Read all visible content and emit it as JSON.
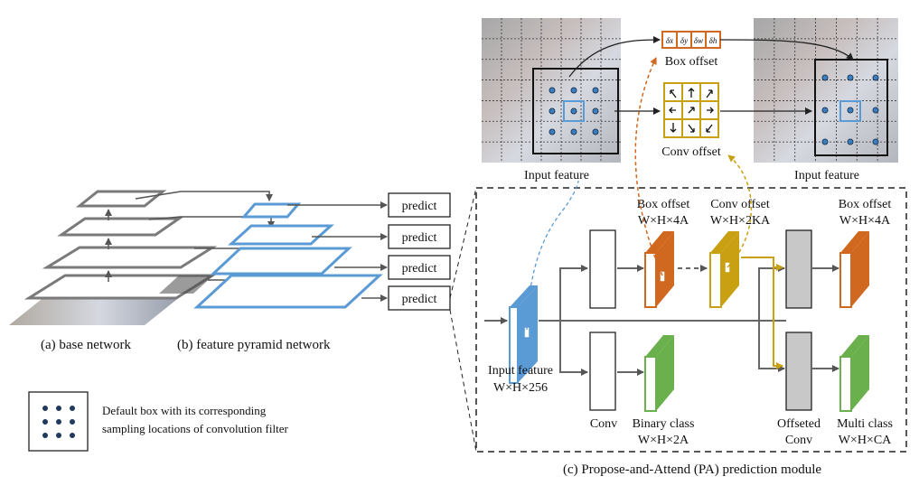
{
  "captions": {
    "base_network": "(a) base network",
    "fpn": "(b) feature pyramid network",
    "pa_module": "(c) Propose-and-Attend (PA) prediction module"
  },
  "predict_boxes": [
    "predict",
    "predict",
    "predict",
    "predict"
  ],
  "legend": {
    "line1": "Default box with its corresponding",
    "line2": "sampling locations of convolution filter"
  },
  "top": {
    "input_feature_left": "Input feature",
    "input_feature_right": "Input feature",
    "box_offset": "Box offset",
    "conv_offset": "Conv offset",
    "delta_labels": [
      "δx",
      "δy",
      "δw",
      "δh"
    ]
  },
  "module": {
    "input_feature": "Input feature",
    "input_dim": "W×H×256",
    "box_offset_1": "Box offset",
    "box_offset_1_dim": "W×H×4A",
    "conv_offset": "Conv offset",
    "conv_offset_dim": "W×H×2KA",
    "box_offset_2": "Box offset",
    "box_offset_2_dim": "W×H×4A",
    "conv": "Conv",
    "binary_class": "Binary class",
    "binary_class_dim": "W×H×2A",
    "offseted": "Offseted",
    "offseted_conv": "Conv",
    "multi_class": "Multi class",
    "multi_class_dim": "W×H×CA"
  },
  "colors": {
    "orange": "#d06820",
    "gold": "#c9a012",
    "green": "#6ab04c",
    "blue": "#5b9bd5",
    "gray_box": "#c8c8c8",
    "line": "#555555"
  }
}
